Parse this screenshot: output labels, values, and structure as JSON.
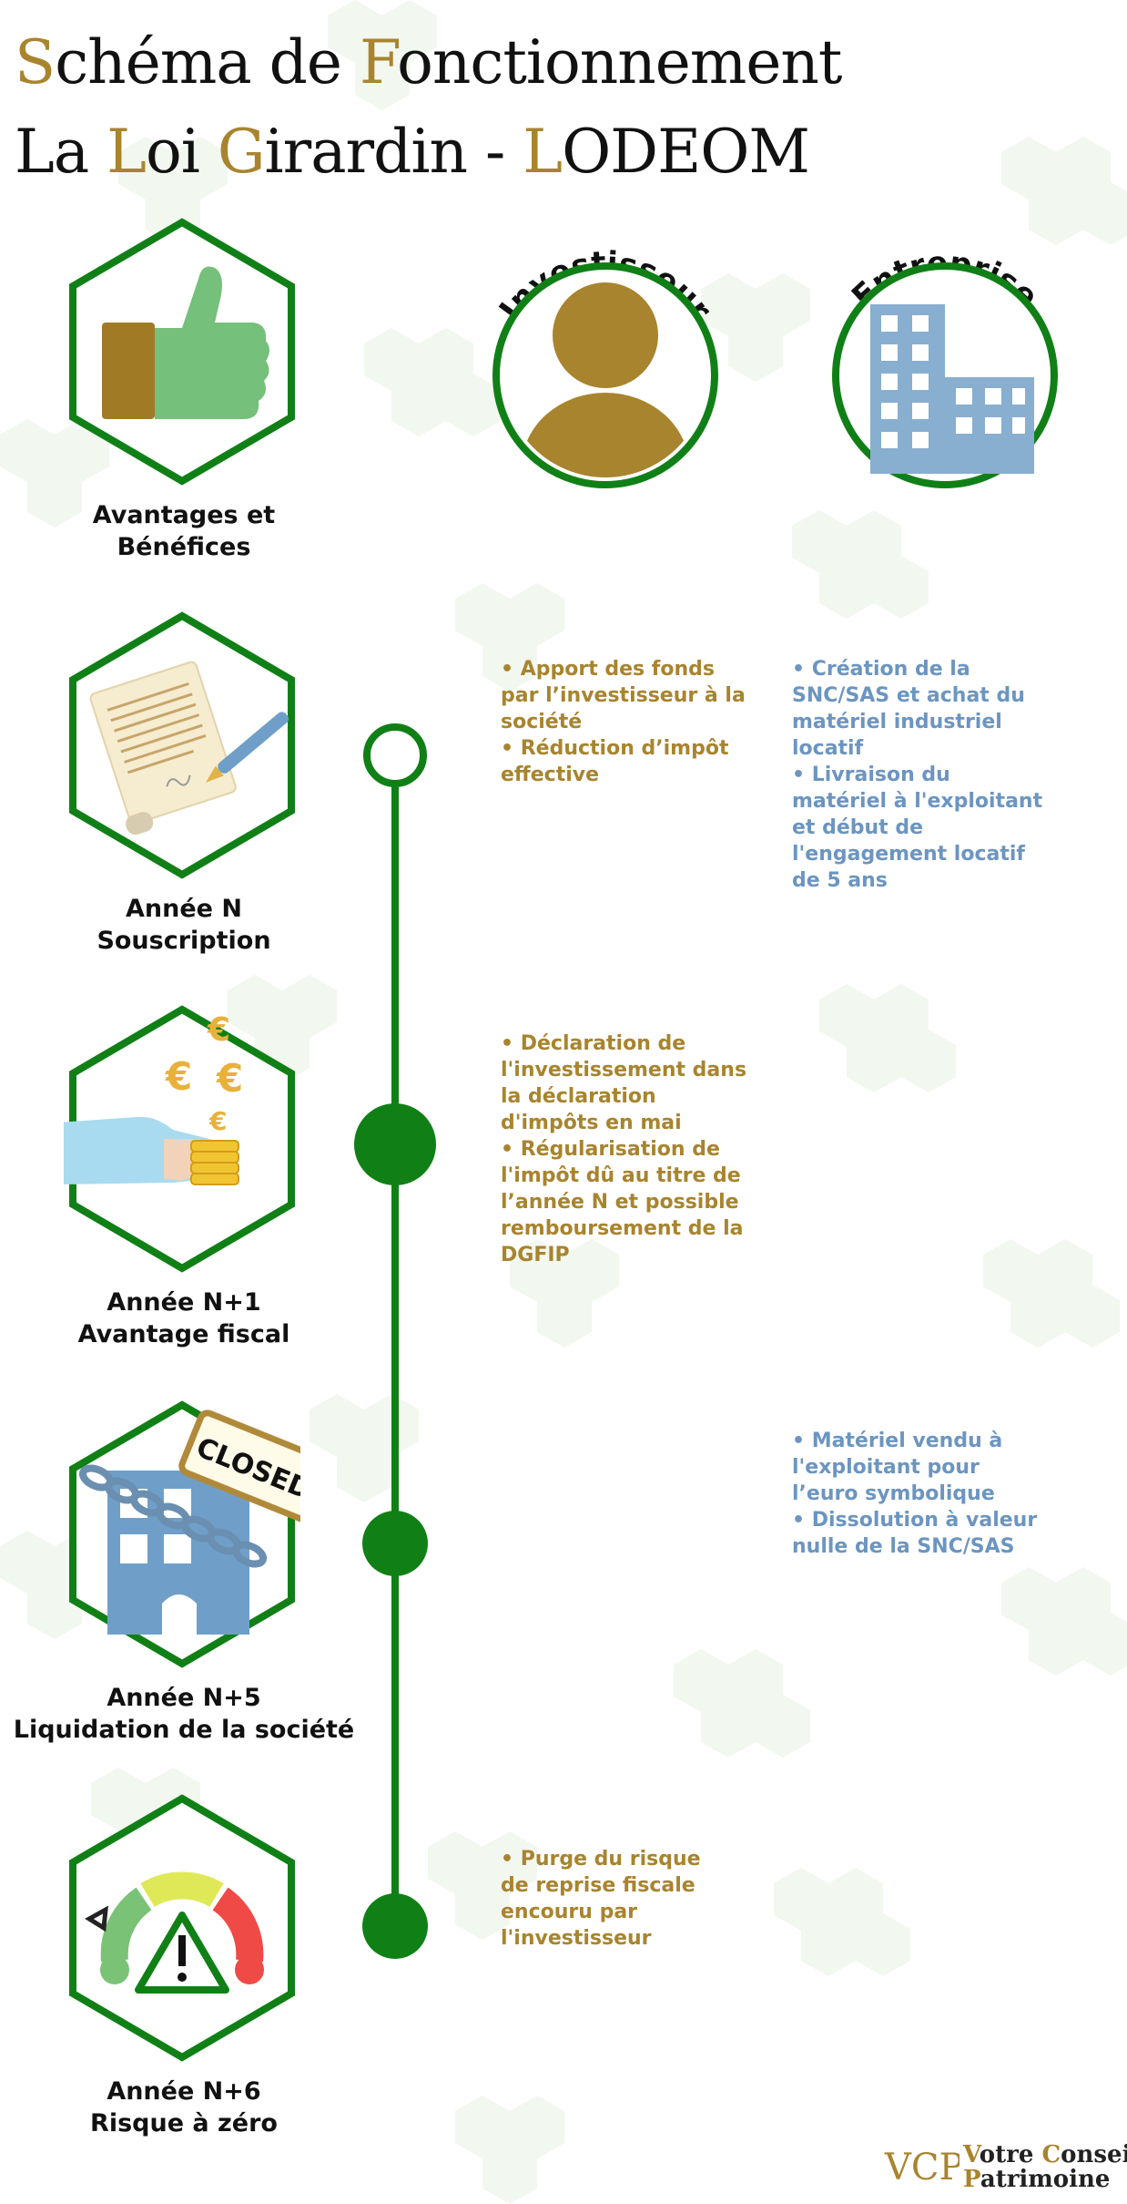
{
  "title": {
    "line1": [
      {
        "text": "S",
        "accent": true
      },
      {
        "text": "chéma de ",
        "accent": false
      },
      {
        "text": "F",
        "accent": true
      },
      {
        "text": "onctionnement",
        "accent": false
      }
    ],
    "line2": [
      {
        "text": "La ",
        "accent": false
      },
      {
        "text": "L",
        "accent": true
      },
      {
        "text": "oi ",
        "accent": false
      },
      {
        "text": "G",
        "accent": true
      },
      {
        "text": "irardin - ",
        "accent": false
      },
      {
        "text": "L",
        "accent": true
      },
      {
        "text": "ODEOM",
        "accent": false
      }
    ]
  },
  "columns": {
    "investor": {
      "label": "Investisseur",
      "icon": "person-icon"
    },
    "company": {
      "label": "Entreprise",
      "icon": "building-icon"
    }
  },
  "steps": [
    {
      "label_line1": "Avantages et",
      "label_line2": "Bénéfices",
      "icon": "thumbs-up-icon"
    },
    {
      "label_line1": "Année N",
      "label_line2": "Souscription",
      "icon": "contract-signing-icon"
    },
    {
      "label_line1": "Année N+1",
      "label_line2": "Avantage fiscal",
      "icon": "euro-coins-hand-icon"
    },
    {
      "label_line1": "Année N+5",
      "label_line2": "Liquidation de la société",
      "icon": "closed-chained-building-icon",
      "badge": "CLOSED"
    },
    {
      "label_line1": "Année N+6",
      "label_line2": "Risque à zéro",
      "icon": "risk-gauge-warning-icon"
    }
  ],
  "investor_bullets": {
    "year_n": [
      "• Apport des fonds",
      "par l’investisseur à la",
      "société",
      "• Réduction d’impôt",
      "effective"
    ],
    "year_n1": [
      "• Déclaration de",
      "l'investissement dans",
      "la déclaration",
      "d'impôts en mai",
      "• Régularisation de",
      "l'impôt dû au titre de",
      "l’année N et possible",
      "remboursement de la",
      "DGFIP"
    ],
    "year_n6": [
      "• Purge du risque",
      "de reprise fiscale",
      "encouru par",
      "l'investisseur"
    ]
  },
  "company_bullets": {
    "year_n": [
      "• Création de la",
      "SNC/SAS et achat du",
      "matériel industriel",
      "locatif",
      "• Livraison du",
      "matériel à l'exploitant",
      "et début de",
      "l'engagement locatif",
      "de 5 ans"
    ],
    "year_n5": [
      "• Matériel vendu à",
      "l'exploitant pour",
      "l’euro symbolique",
      "• Dissolution à valeur",
      "nulle de la SNC/SAS"
    ]
  },
  "brand": {
    "monogram": "VCP",
    "line1": [
      {
        "text": "V",
        "accent": true
      },
      {
        "text": "otre ",
        "accent": false
      },
      {
        "text": "C",
        "accent": true
      },
      {
        "text": "onseil",
        "accent": false
      }
    ],
    "line2": [
      {
        "text": "P",
        "accent": true
      },
      {
        "text": "atrimoine",
        "accent": false
      }
    ]
  },
  "colors": {
    "green": "#108016",
    "gold": "#a8842e",
    "blue": "#6c95c0",
    "title": "#111111"
  }
}
